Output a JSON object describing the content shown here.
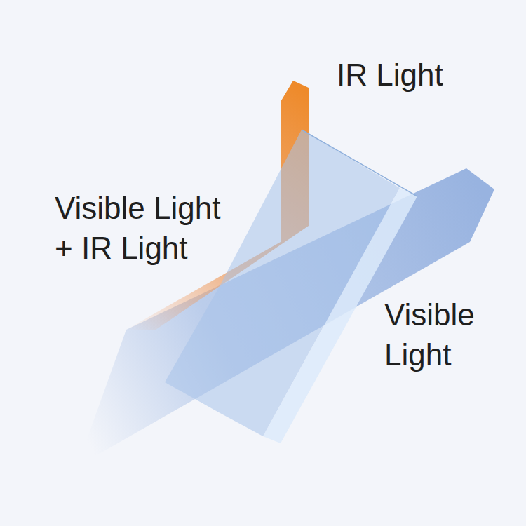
{
  "diagram": {
    "labels": [
      "IR Light",
      "Visible Light + IR Light",
      "Visible Light"
    ]
  }
}
